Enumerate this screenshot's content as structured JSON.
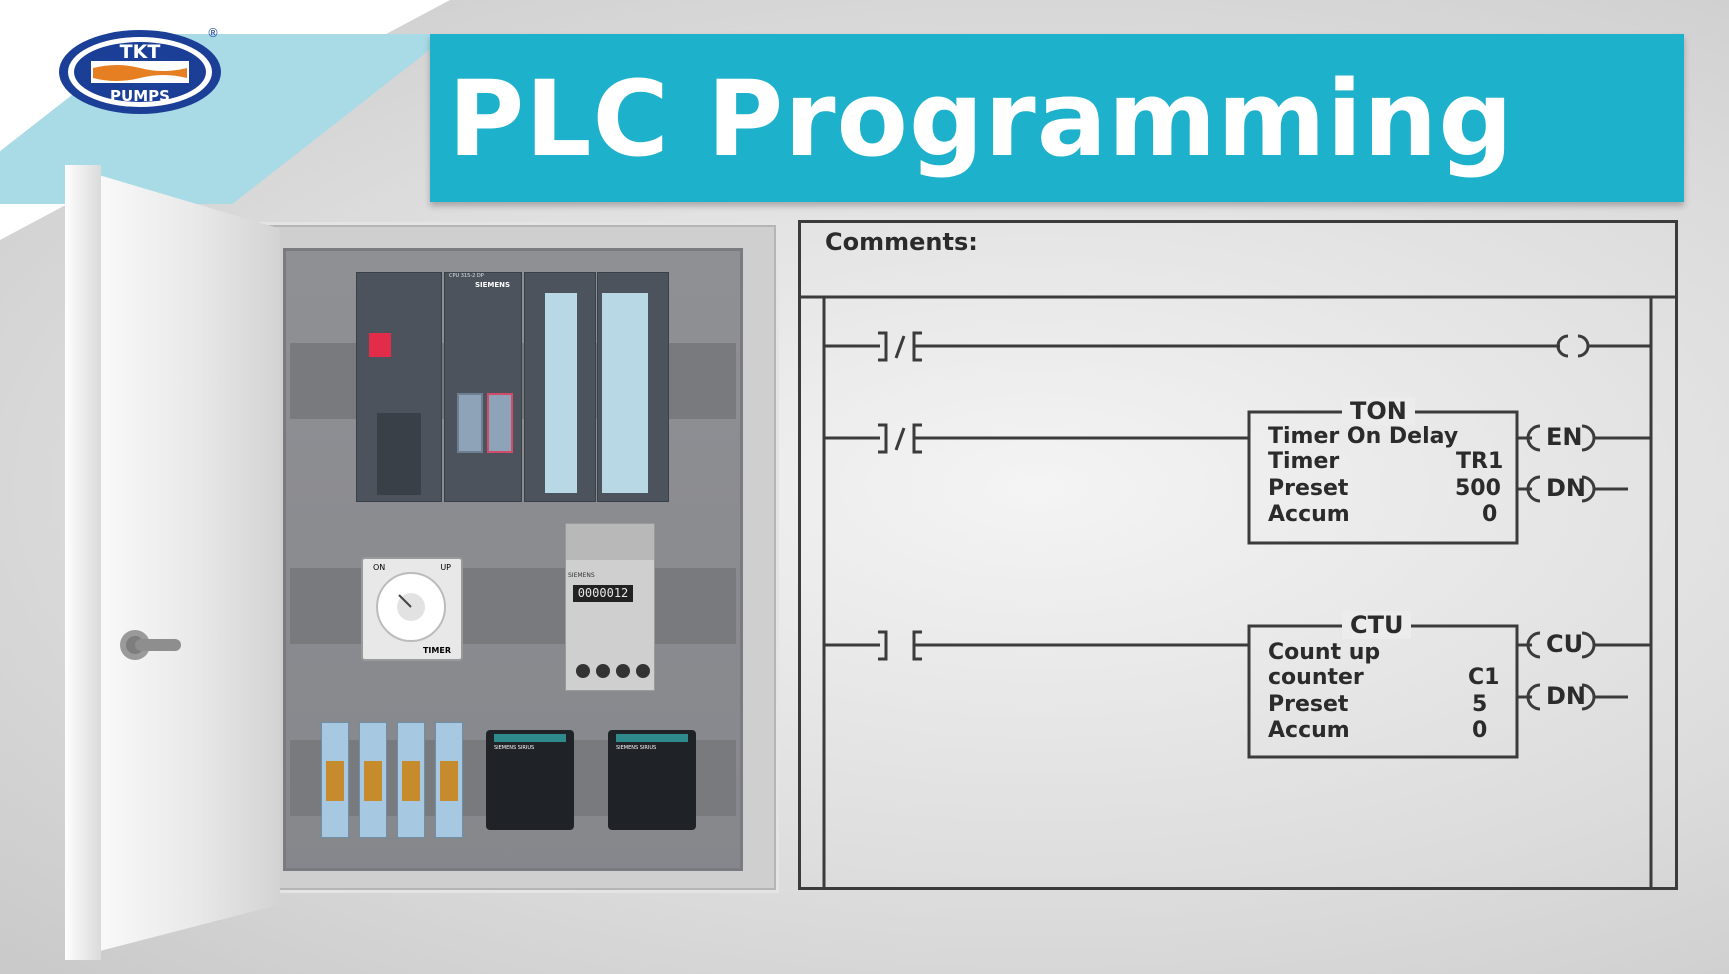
{
  "logo": {
    "line1": "TKT",
    "line2": "PUMPS",
    "reg_mark": "®",
    "colors": {
      "ring": "#1b3f97",
      "band": "#e67e22"
    }
  },
  "banner": {
    "title": "PLC Programming",
    "color": "#1eb1cb"
  },
  "cabinet": {
    "timer_label": "TIMER",
    "timer_on": "ON",
    "timer_up": "UP",
    "counter_brand": "SIEMENS",
    "counter_display": "0000012",
    "plc_brand": "SIEMENS",
    "plc_model": "CPU 315-2 DP",
    "contactor_brand": "SIEMENS SIRIUS"
  },
  "ladder": {
    "comments_label": "Comments:",
    "timer_block": {
      "title": "TON",
      "lines": [
        {
          "label": "Timer On Delay",
          "value": ""
        },
        {
          "label": "Timer",
          "value": "TR1"
        },
        {
          "label": "Preset",
          "value": "500"
        },
        {
          "label": "Accum",
          "value": "0"
        }
      ],
      "outputs": [
        "EN",
        "DN"
      ]
    },
    "counter_block": {
      "title": "CTU",
      "lines": [
        {
          "label": "Count up",
          "value": ""
        },
        {
          "label": "counter",
          "value": "C1"
        },
        {
          "label": "Preset",
          "value": "5"
        },
        {
          "label": "Accum",
          "value": "0"
        }
      ],
      "outputs": [
        "CU",
        "DN"
      ]
    }
  }
}
